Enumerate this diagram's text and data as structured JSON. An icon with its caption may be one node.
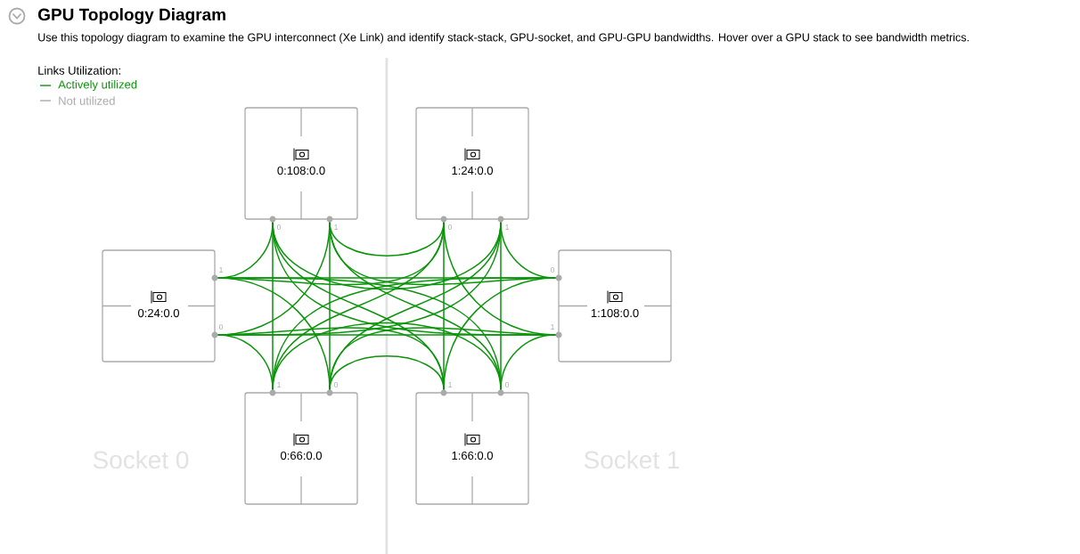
{
  "diagram": {
    "title": "GPU Topology Diagram",
    "nodes": [
      {
        "text": [
          "0:108:0.0"
        ]
      },
      {
        "text": [
          "1:24:0.0"
        ]
      },
      {
        "text": [
          "0:24:0.0"
        ]
      },
      {
        "text": [
          "1:108:0.0"
        ]
      },
      {
        "text": [
          "0:66:0.0"
        ]
      },
      {
        "text": [
          "1:66:0.0"
        ]
      },
      {
        "text": [],
        "shape": "circle",
        "beside": [
          "0"
        ]
      },
      {
        "text": [],
        "shape": "circle",
        "beside": [
          "1"
        ]
      },
      {
        "text": [],
        "shape": "circle",
        "beside": [
          "0"
        ]
      },
      {
        "text": [],
        "shape": "circle",
        "beside": [
          "1"
        ]
      },
      {
        "text": [],
        "shape": "circle",
        "beside": [
          "1"
        ]
      },
      {
        "text": [],
        "shape": "circle",
        "beside": [
          "0"
        ]
      },
      {
        "text": [],
        "shape": "circle",
        "beside": [
          "0"
        ]
      },
      {
        "text": [],
        "shape": "circle",
        "beside": [
          "1"
        ]
      },
      {
        "text": [],
        "shape": "circle",
        "beside": [
          "1"
        ]
      },
      {
        "text": [],
        "shape": "circle",
        "beside": [
          "0"
        ]
      },
      {
        "text": [],
        "shape": "circle",
        "beside": [
          "1"
        ]
      },
      {
        "text": [],
        "shape": "circle",
        "beside": [
          "0"
        ]
      }
    ],
    "edges": [
      {
        "from": 6,
        "to": 9,
        "arrow": "none"
      },
      {
        "from": 6,
        "to": 10,
        "arrow": "none"
      },
      {
        "from": 6,
        "to": 13,
        "arrow": "none"
      },
      {
        "from": 6,
        "to": 14,
        "arrow": "none"
      },
      {
        "from": 6,
        "to": 16,
        "arrow": "none"
      },
      {
        "from": 8,
        "to": 7,
        "arrow": "none"
      },
      {
        "from": 8,
        "to": 10,
        "arrow": "none"
      },
      {
        "from": 8,
        "to": 13,
        "arrow": "none"
      },
      {
        "from": 8,
        "to": 14,
        "arrow": "none"
      },
      {
        "from": 8,
        "to": 16,
        "arrow": "none"
      },
      {
        "from": 11,
        "to": 7,
        "arrow": "none"
      },
      {
        "from": 11,
        "to": 9,
        "arrow": "none"
      },
      {
        "from": 11,
        "to": 13,
        "arrow": "none"
      },
      {
        "from": 11,
        "to": 14,
        "arrow": "none"
      },
      {
        "from": 11,
        "to": 16,
        "arrow": "none"
      },
      {
        "from": 12,
        "to": 7,
        "arrow": "none"
      },
      {
        "from": 12,
        "to": 9,
        "arrow": "none"
      },
      {
        "from": 12,
        "to": 10,
        "arrow": "none"
      },
      {
        "from": 12,
        "to": 14,
        "arrow": "none"
      },
      {
        "from": 12,
        "to": 16,
        "arrow": "none"
      },
      {
        "from": 15,
        "to": 7,
        "arrow": "none"
      },
      {
        "from": 15,
        "to": 9,
        "arrow": "none"
      },
      {
        "from": 15,
        "to": 10,
        "arrow": "none"
      },
      {
        "from": 15,
        "to": 13,
        "arrow": "none"
      },
      {
        "from": 15,
        "to": 16,
        "arrow": "none"
      },
      {
        "from": 17,
        "to": 7,
        "arrow": "none"
      },
      {
        "from": 17,
        "to": 9,
        "arrow": "none"
      },
      {
        "from": 17,
        "to": 10,
        "arrow": "none"
      },
      {
        "from": 17,
        "to": 13,
        "arrow": "none"
      },
      {
        "from": 17,
        "to": 14,
        "arrow": "none"
      }
    ],
    "labels": [
      "Use this topology diagram to examine the GPU interconnect (Xe Link) and identify stack-stack, GPU-socket, and GPU-GPU bandwidths. Hover over a GPU stack to see bandwidth metrics.",
      "Links Utilization:",
      "Socket 0",
      "Socket 1"
    ],
    "legend": [
      {
        "text": "Actively utilized"
      },
      {
        "text": "Not utilized"
      }
    ]
  }
}
